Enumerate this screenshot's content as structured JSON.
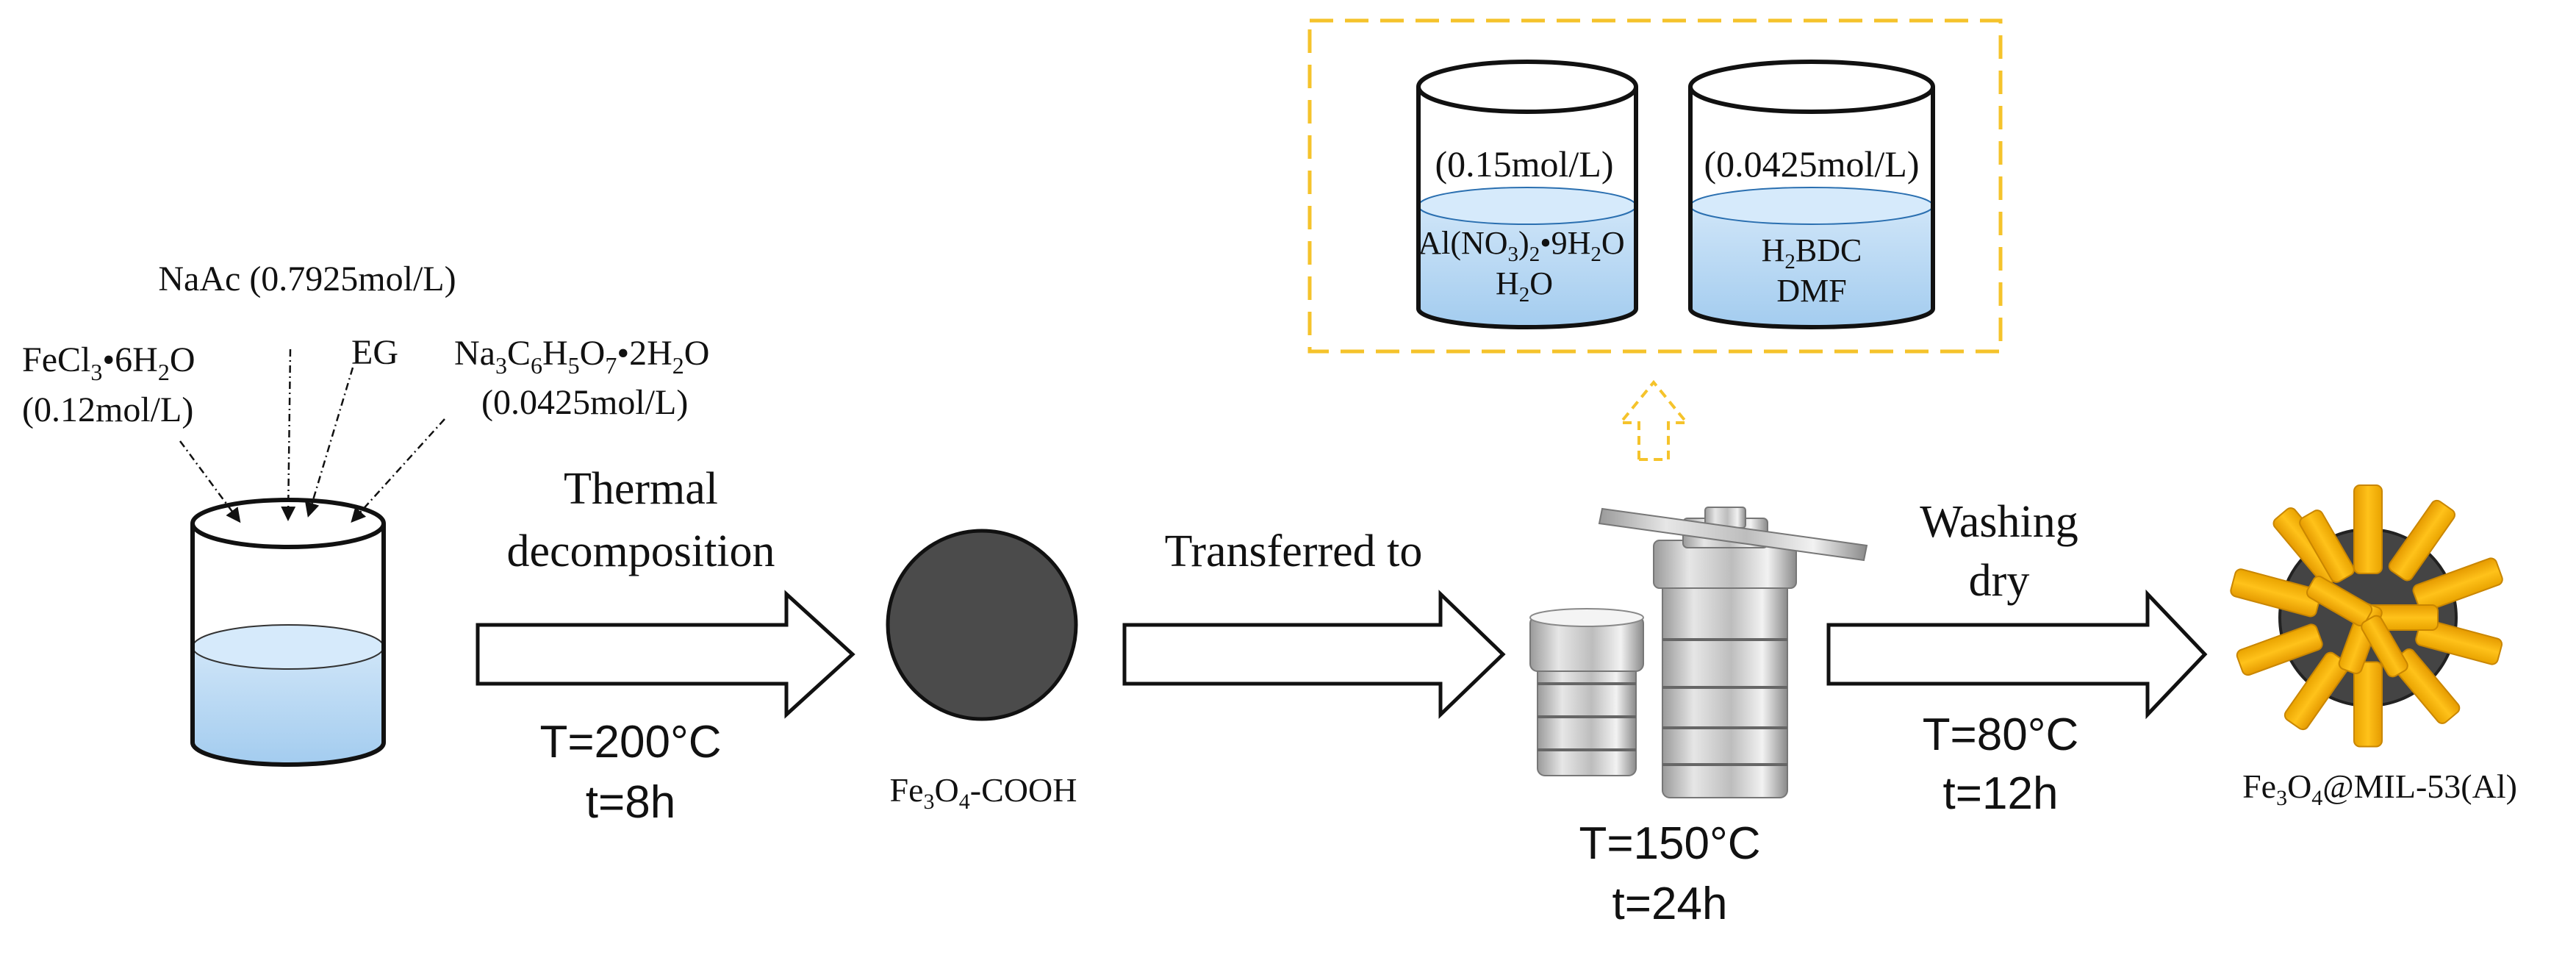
{
  "step1": {
    "reagent_top": "NaAc (0.7925mol/L)",
    "reagent_left_formula": "FeCl3•6H2O",
    "reagent_left_conc": "(0.12mol/L)",
    "reagent_mid": "EG",
    "reagent_right_formula": "Na3C6H5O7•2H2O",
    "reagent_right_conc": "(0.0425mol/L)",
    "arrow_label_line1": "Thermal",
    "arrow_label_line2": "decomposition",
    "cond_temp": "T=200°C",
    "cond_time": "t=8h"
  },
  "step2": {
    "product_label": "Fe3O4-COOH",
    "arrow_label": "Transferred to"
  },
  "inset": {
    "beaker1": {
      "conc": "(0.15mol/L)",
      "line1": "Al(NO3)2•9H2O",
      "line2": "H2O"
    },
    "beaker2": {
      "conc": "(0.0425mol/L)",
      "line1": "H2BDC",
      "line2": "DMF"
    },
    "accent_color": "#f5c32b"
  },
  "step3": {
    "cond_temp": "T=150°C",
    "cond_time": "t=24h",
    "arrow_label_line1": "Washing",
    "arrow_label_line2": "dry",
    "cond2_temp": "T=80°C",
    "cond2_time": "t=12h"
  },
  "final": {
    "product_label": "Fe3O4@MIL-53(Al)",
    "rod_color": "#f7b500",
    "core_color": "#444444"
  },
  "colors": {
    "liquid_top": "#c9e2f7",
    "liquid_bottom": "#a8cff0",
    "particle": "#4a4a4a"
  }
}
